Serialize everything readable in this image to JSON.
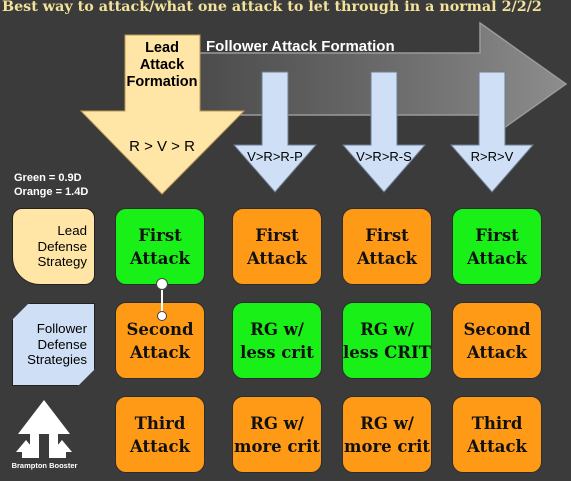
{
  "title": "Best way to attack/what one attack to let through in a normal 2/2/2",
  "lead_formation": {
    "label": "Lead\nAttack\nFormation",
    "order": "R > V > R"
  },
  "follower_formation": {
    "label": "Follower Attack Formation",
    "arrows": [
      "V>R>R-P",
      "V>R>R-S",
      "R>R>V"
    ]
  },
  "legend": {
    "green": "Green = 0.9D",
    "orange": "Orange = 1.4D"
  },
  "rows": [
    {
      "label": "Lead\nDefense\nStrategy"
    },
    {
      "label": "Follower\nDefense\nStrategies"
    }
  ],
  "grid": [
    [
      {
        "text": "First\nAttack",
        "color": "green"
      },
      {
        "text": "First\nAttack",
        "color": "orange"
      },
      {
        "text": "First\nAttack",
        "color": "orange"
      },
      {
        "text": "First\nAttack",
        "color": "green"
      }
    ],
    [
      {
        "text": "Second\nAttack",
        "color": "orange"
      },
      {
        "text": "RG w/\nless crit",
        "color": "green"
      },
      {
        "text": "RG w/\nless CRIT",
        "color": "green"
      },
      {
        "text": "Second\nAttack",
        "color": "orange"
      }
    ],
    [
      {
        "text": "Third\nAttack",
        "color": "orange"
      },
      {
        "text": "RG w/\nmore crit",
        "color": "orange"
      },
      {
        "text": "RG w/\nmore crit",
        "color": "orange"
      },
      {
        "text": "Third\nAttack",
        "color": "orange"
      }
    ]
  ],
  "colors": {
    "green": "#18f018",
    "orange": "#ff9a16",
    "lead_arrow": "#ffe6a6",
    "follower_arrow": "#cfe0f6",
    "title": "#f2e29a"
  },
  "logo": {
    "text": "Brampton Booster",
    "icon": "arrows-up-logo-icon"
  }
}
